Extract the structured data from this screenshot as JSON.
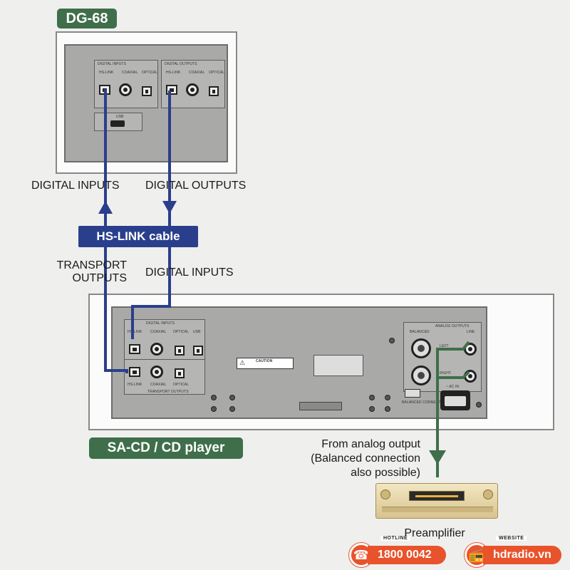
{
  "devices": {
    "dg68": {
      "title": "DG-68"
    },
    "cd_player": {
      "title": "SA-CD / CD player"
    },
    "preamp": {
      "label": "Preamplifier"
    }
  },
  "dg_panel": {
    "digital_inputs": "DIGITAL INPUTS",
    "digital_outputs": "DIGITAL OUTPUTS",
    "hs_link": "HS-LINK",
    "coaxial": "COAXIAL",
    "optical": "OPTICAL",
    "usb": "USB"
  },
  "cd_panel": {
    "digital_inputs": "DIGITAL INPUTS",
    "transport_outputs": "TRANSPORT OUTPUTS",
    "hs_link": "HS-LINK",
    "coaxial": "COAXIAL",
    "optical": "OPTICAL",
    "usb": "USB",
    "analog_outputs": "ANALOG OUTPUTS",
    "balanced": "BALANCED",
    "line": "LINE",
    "left": "LEFT",
    "right": "RIGHT",
    "balanced_connection": "BALANCED CONNECTION",
    "ac_in": "~ AC IN",
    "caution": "CAUTION"
  },
  "labels": {
    "dg_digital_inputs": "DIGITAL INPUTS",
    "dg_digital_outputs": "DIGITAL OUTPUTS",
    "hs_link_cable": "HS-LINK cable",
    "transport_outputs_1": "TRANSPORT",
    "transport_outputs_2": "OUTPUTS",
    "cd_digital_inputs": "DIGITAL INPUTS",
    "from_analog_1": "From analog output",
    "from_analog_2": "(Balanced connection",
    "from_analog_3": "also possible)"
  },
  "footer": {
    "hotline_caption": "HOTLINE",
    "hotline_number": "1800 0042",
    "website_caption": "WEBSITE",
    "website_url": "hdradio.vn"
  },
  "colors": {
    "device_tag": "#3f6e4b",
    "hs_link_cable": "#2a3f8c",
    "analog_cable": "#3f6e4b",
    "brand_orange": "#e8532b"
  },
  "icons": [
    "phone-icon",
    "radio-icon",
    "arrow-up-icon",
    "arrow-down-icon",
    "caution-icon"
  ]
}
